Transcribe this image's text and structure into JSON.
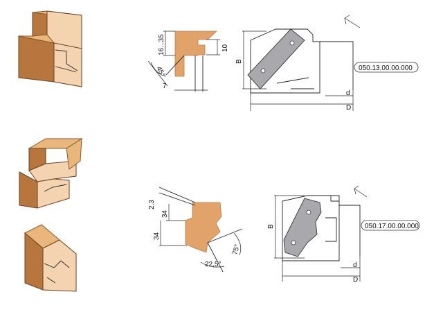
{
  "tool_top": {
    "code": "050.13.00.00.000",
    "dim_b": "B",
    "dim_d_small": "d",
    "dim_d_big": "D"
  },
  "profile_top": {
    "dim_height_range": "16...35",
    "dim_10": "10",
    "dim_angle": "45°",
    "dim_7": "7"
  },
  "tool_bottom": {
    "code": "050.17.00.00.000",
    "dim_b": "B",
    "dim_d_small": "d",
    "dim_d_big": "D"
  },
  "profile_bottom": {
    "dim_23": "2,3",
    "dim_34a": "34",
    "dim_34b": "34",
    "dim_225": "22,5°",
    "dim_75": "75°"
  },
  "colors": {
    "wood_light": "#f4d4b0",
    "wood_mid": "#e9b77c",
    "wood_dark": "#b8763f",
    "profile": "#e2a36a",
    "knife": "#a9a9ad"
  }
}
